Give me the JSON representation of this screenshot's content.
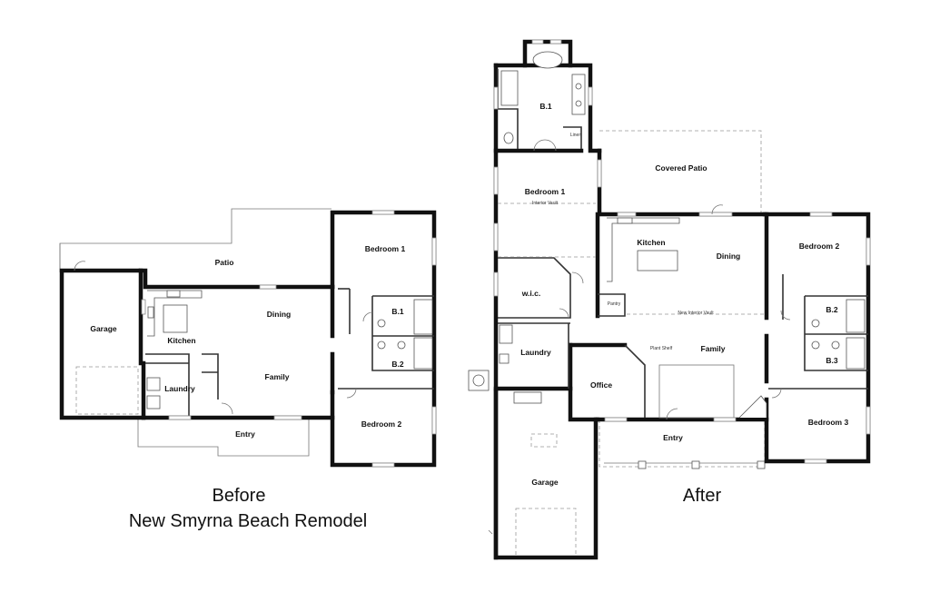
{
  "caption": {
    "before": "Before",
    "project": "New Smyrna Beach Remodel",
    "after": "After"
  },
  "before": {
    "garage": "Garage",
    "patio": "Patio",
    "kitchen": "Kitchen",
    "dining": "Dining",
    "family": "Family",
    "laundry": "Laundry",
    "entry": "Entry",
    "bedroom1": "Bedroom 1",
    "bedroom2": "Bedroom 2",
    "bath1": "B.1",
    "bath2": "B.2"
  },
  "after": {
    "bath1": "B.1",
    "linen": "Linen",
    "bedroom1": "Bedroom 1",
    "interior_vault": "Interior Vault",
    "covered_patio": "Covered Patio",
    "kitchen": "Kitchen",
    "dining": "Dining",
    "wic": "w.i.c.",
    "pantry": "Pantry",
    "new_interior_vault": "New Interior Vault",
    "plant_shelf": "Plant Shelf",
    "family": "Family",
    "laundry": "Laundry",
    "office": "Office",
    "entry": "Entry",
    "garage": "Garage",
    "bedroom2": "Bedroom 2",
    "bath2": "B.2",
    "bath3": "B.3",
    "bedroom3": "Bedroom 3"
  }
}
